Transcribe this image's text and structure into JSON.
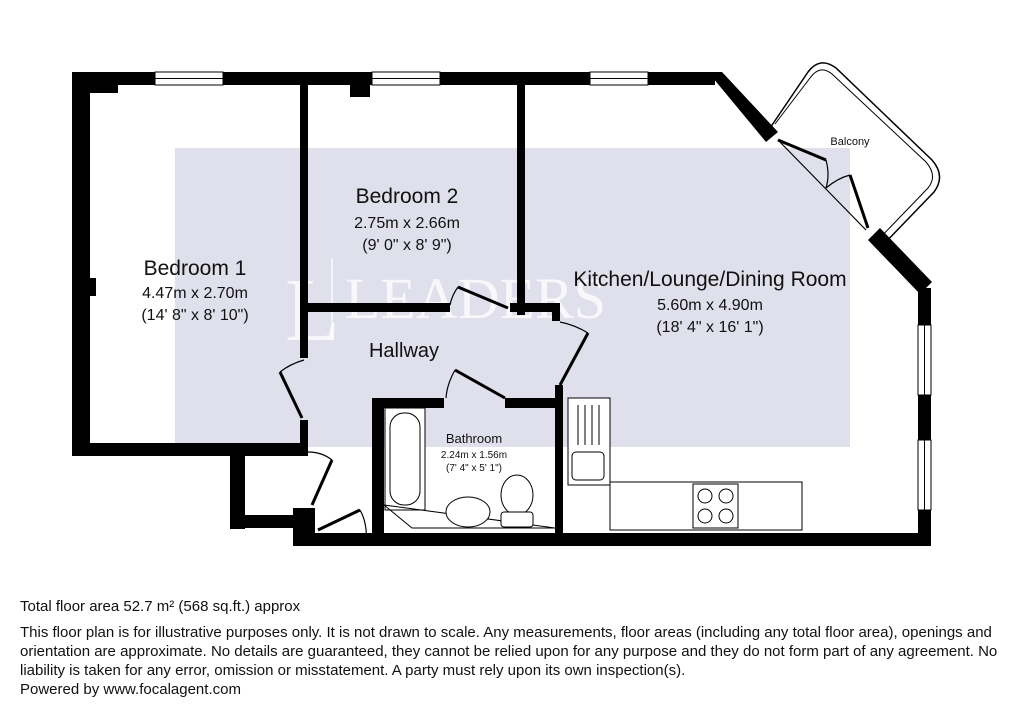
{
  "watermark": {
    "letter": "L",
    "brand": "LEADERS"
  },
  "rooms": {
    "bedroom1": {
      "name": "Bedroom 1",
      "metric": "4.47m x 2.70m",
      "imperial": "(14' 8\" x 8' 10\")"
    },
    "bedroom2": {
      "name": "Bedroom 2",
      "metric": "2.75m x 2.66m",
      "imperial": "(9' 0\" x 8' 9\")"
    },
    "kitchen": {
      "name": "Kitchen/Lounge/Dining Room",
      "metric": "5.60m x 4.90m",
      "imperial": "(18' 4\" x 16' 1\")"
    },
    "hallway": {
      "name": "Hallway"
    },
    "bathroom": {
      "name": "Bathroom",
      "metric": "2.24m x 1.56m",
      "imperial": "(7' 4\" x 5' 1\")"
    },
    "balcony": {
      "name": "Balcony"
    }
  },
  "footer": {
    "total_area": "Total floor area 52.7 m² (568 sq.ft.) approx",
    "disclaimer": "This floor plan is for illustrative purposes only. It is not drawn to scale. Any measurements, floor areas (including any total floor area), openings and orientation are approximate. No details are guaranteed, they cannot be relied upon for any purpose and they do not form part of any agreement. No liability is taken for any error, omission or misstatement. A party must rely upon its own inspection(s).",
    "powered_by": "Powered by www.focalagent.com"
  },
  "colors": {
    "wall": "#000000",
    "watermark_bg": "#dfe0eb"
  }
}
